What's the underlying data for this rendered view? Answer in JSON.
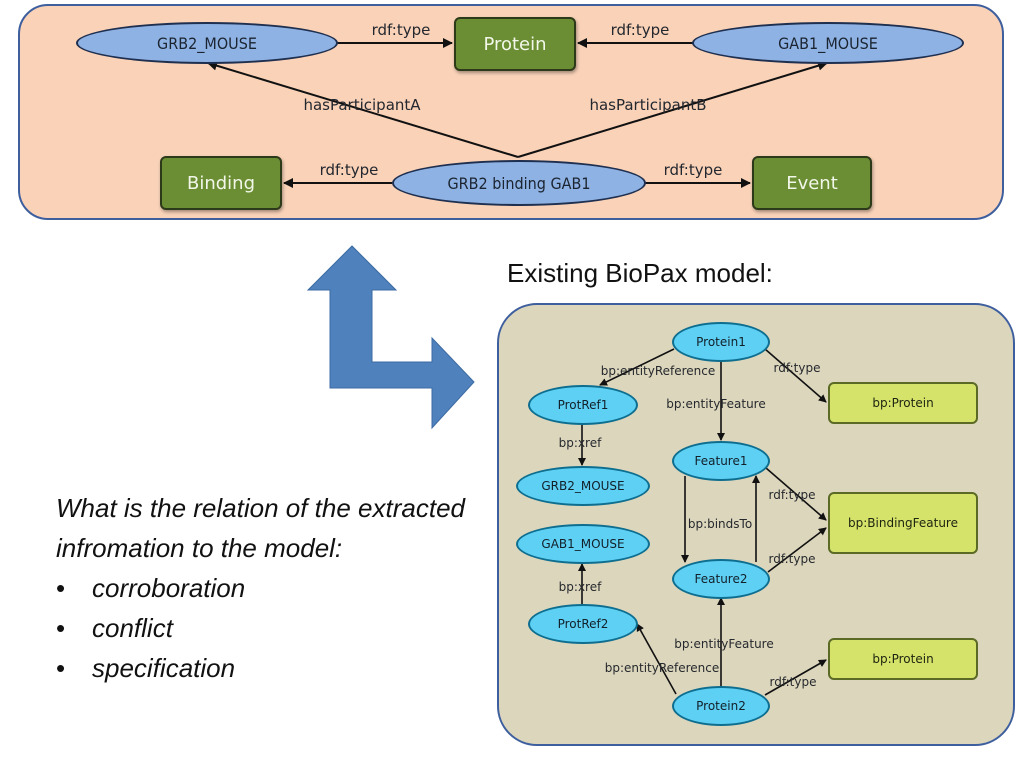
{
  "top_graph": {
    "nodes": {
      "grb2_mouse": "GRB2_MOUSE",
      "protein": "Protein",
      "gab1_mouse": "GAB1_MOUSE",
      "binding": "Binding",
      "grb2_binding_gab1": "GRB2 binding GAB1",
      "event": "Event"
    },
    "edges": {
      "rdf_type_left": "rdf:type",
      "rdf_type_right": "rdf:type",
      "has_participant_a": "hasParticipantA",
      "has_participant_b": "hasParticipantB",
      "rdf_type_binding": "rdf:type",
      "rdf_type_event": "rdf:type"
    }
  },
  "heading": "Existing BioPax model:",
  "biopax_model": {
    "nodes": {
      "protein1": "Protein1",
      "protref1": "ProtRef1",
      "bp_protein_1": "bp:Protein",
      "grb2_mouse": "GRB2_MOUSE",
      "feature1": "Feature1",
      "bp_binding_feature": "bp:BindingFeature",
      "gab1_mouse": "GAB1_MOUSE",
      "feature2": "Feature2",
      "protref2": "ProtRef2",
      "bp_protein_2": "bp:Protein",
      "protein2": "Protein2"
    },
    "edges": {
      "entity_reference_1": "bp:entityReference",
      "rdf_type_p1": "rdf:type",
      "entity_feature_1": "bp:entityFeature",
      "xref_1": "bp:xref",
      "rdf_type_f1": "rdf:type",
      "binds_to": "bp:bindsTo",
      "rdf_type_f2": "rdf:type",
      "xref_2": "bp:xref",
      "entity_feature_2": "bp:entityFeature",
      "entity_reference_2": "bp:entityReference",
      "rdf_type_p2": "rdf:type"
    }
  },
  "question": {
    "text": "What is the relation of the extracted infromation to the model:",
    "options": [
      "corroboration",
      "conflict",
      "specification"
    ],
    "bullet": "•"
  },
  "colors": {
    "top_panel_fill": "#f9d2b8",
    "panel_border": "#3e5f9e",
    "ellipse_fill": "#8eb2e3",
    "box_fill": "#6b8e34",
    "bottom_panel_fill": "#dcd6bd",
    "bp_ellipse_fill": "#5ed0f4",
    "bp_box_fill": "#d6e36a",
    "arrow_fill": "#4f81bd"
  }
}
